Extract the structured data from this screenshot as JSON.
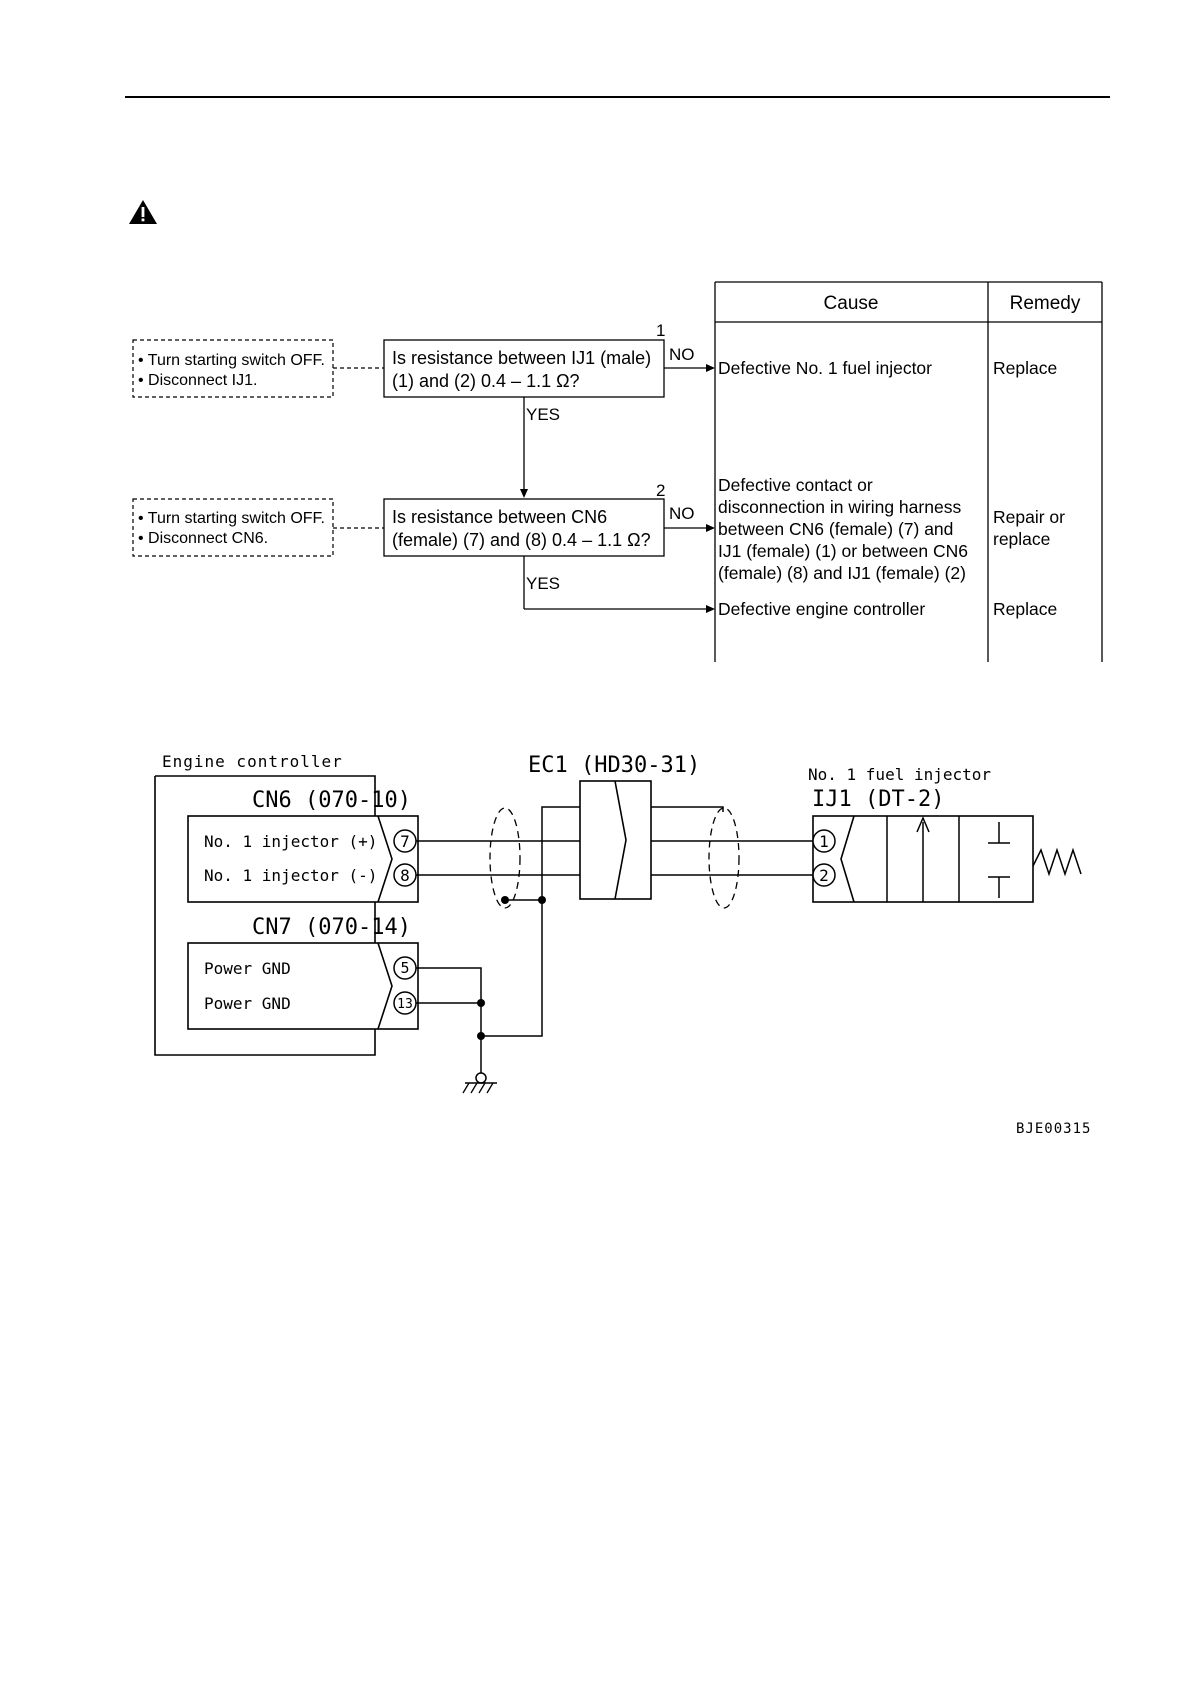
{
  "flowchart": {
    "step1": {
      "number": "1",
      "pre_lines": [
        "• Turn starting switch OFF.",
        "• Disconnect IJ1."
      ],
      "question_lines": [
        "Is resistance between IJ1 (male)",
        "(1) and (2) 0.4 – 1.1 Ω?"
      ],
      "no_label": "NO",
      "yes_label": "YES"
    },
    "step2": {
      "number": "2",
      "pre_lines": [
        "• Turn starting switch OFF.",
        "• Disconnect CN6."
      ],
      "question_lines": [
        "Is resistance between CN6",
        "(female) (7) and (8) 0.4 – 1.1 Ω?"
      ],
      "no_label": "NO",
      "yes_label": "YES"
    },
    "table": {
      "cause_header": "Cause",
      "remedy_header": "Remedy",
      "rows": [
        {
          "cause_lines": [
            "Defective No. 1 fuel injector"
          ],
          "remedy_lines": [
            "Replace"
          ]
        },
        {
          "cause_lines": [
            "Defective contact or",
            "disconnection in wiring harness",
            "between CN6 (female) (7) and",
            "IJ1 (female) (1) or between CN6",
            "(female) (8) and IJ1 (female) (2)"
          ],
          "remedy_lines": [
            "Repair or",
            "replace"
          ]
        },
        {
          "cause_lines": [
            "Defective engine controller"
          ],
          "remedy_lines": [
            "Replace"
          ]
        }
      ]
    }
  },
  "wiring": {
    "engine_controller_label": "Engine controller",
    "cn6_label": "CN6 (070-10)",
    "cn6_pins": [
      {
        "label": "No. 1  injector (+)",
        "pin": "7"
      },
      {
        "label": "No. 1  injector (-)",
        "pin": "8"
      }
    ],
    "cn7_label": "CN7 (070-14)",
    "cn7_pins": [
      {
        "label": "Power  GND",
        "pin": "5"
      },
      {
        "label": "Power  GND",
        "pin": "13"
      }
    ],
    "ec1_label": "EC1 (HD30-31)",
    "injector_label": "No. 1  fuel  injector",
    "ij1_label": "IJ1 (DT-2)",
    "ij1_pins": [
      "1",
      "2"
    ],
    "figure_code": "BJE00315"
  },
  "warning_icon": "warning-triangle-icon"
}
